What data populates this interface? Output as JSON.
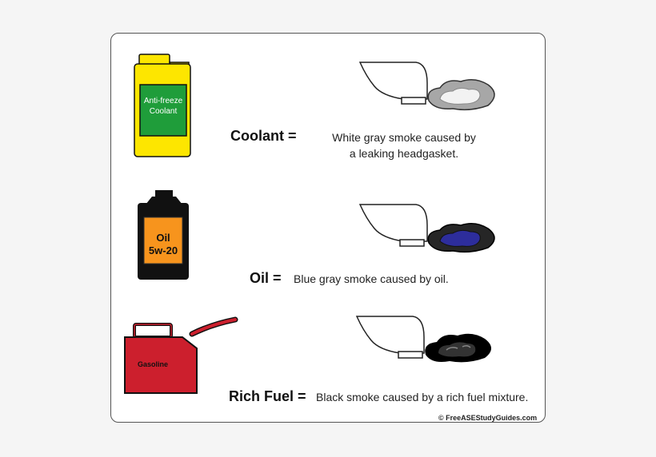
{
  "rows": [
    {
      "container_label_line1": "Anti-freeze",
      "container_label_line2": "Coolant",
      "label": "Coolant =",
      "description_line1": "White gray smoke caused by",
      "description_line2": "a leaking headgasket."
    },
    {
      "container_label_line1": "Oil",
      "container_label_line2": "5w-20",
      "label": "Oil =",
      "description_line1": "Blue gray smoke caused by oil."
    },
    {
      "container_label_line1": "Gasoline",
      "label": "Rich Fuel =",
      "description_line1": "Black smoke caused by a rich fuel mixture."
    }
  ],
  "copyright": "© FreeASEStudyGuides.com",
  "colors": {
    "coolant_jug": "#fde600",
    "coolant_label": "#1f9d3a",
    "oil_bottle": "#111111",
    "oil_label": "#f7941d",
    "gas_can": "#cc1f2d",
    "smoke_white_outer": "#a7a7a7",
    "smoke_white_inner": "#f2f2f2",
    "smoke_blue_outer": "#262626",
    "smoke_blue_inner": "#2d2d9c",
    "smoke_black_outer": "#000000",
    "smoke_black_inner": "#333333"
  }
}
